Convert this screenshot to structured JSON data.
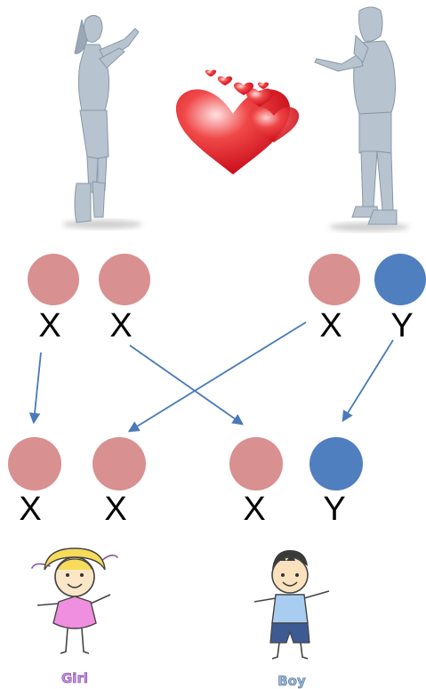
{
  "colors": {
    "x_allele": "#d99090",
    "y_allele": "#4f7fbf",
    "arrow": "#4a79b8",
    "heart": "#e0202a",
    "figure": "#b7c3cf",
    "girl_dress": "#f08ee0",
    "boy_shirt": "#a9cdf0",
    "boy_shorts": "#3d5a92"
  },
  "parents": {
    "mother": {
      "chromosomes": [
        "X",
        "X"
      ]
    },
    "father": {
      "chromosomes": [
        "X",
        "Y"
      ]
    }
  },
  "offspring": {
    "girl": {
      "chromosomes": [
        "X",
        "X"
      ],
      "caption": "Girl"
    },
    "boy": {
      "chromosomes": [
        "X",
        "Y"
      ],
      "caption": "Boy"
    }
  },
  "icons": [
    "woman-silhouette-icon",
    "man-silhouette-icon",
    "hearts-icon",
    "girl-cartoon-icon",
    "boy-cartoon-icon"
  ]
}
